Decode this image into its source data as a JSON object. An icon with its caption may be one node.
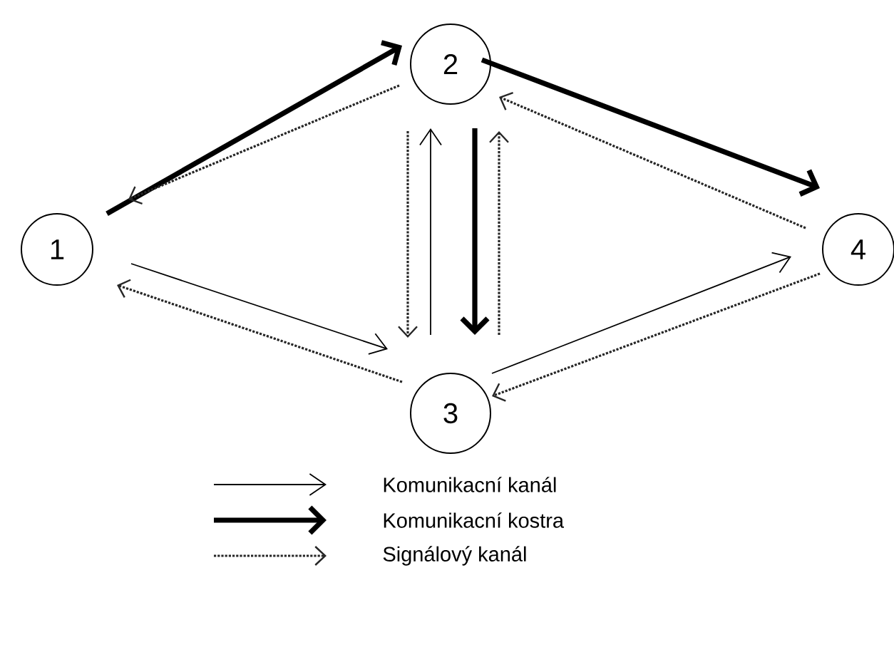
{
  "diagram": {
    "nodes": [
      {
        "text": [
          "1"
        ]
      },
      {
        "text": [
          "2"
        ]
      },
      {
        "text": [
          "3"
        ]
      },
      {
        "text": [
          "4"
        ]
      }
    ],
    "edges": [
      {
        "from": 0,
        "to": 1,
        "arrow": "to",
        "style": "thick"
      },
      {
        "from": 1,
        "to": 0,
        "arrow": "to",
        "style": "dashed"
      },
      {
        "from": 1,
        "to": 3,
        "arrow": "to",
        "style": "thick"
      },
      {
        "from": 3,
        "to": 1,
        "arrow": "to",
        "style": "dashed"
      },
      {
        "from": 0,
        "to": 2,
        "arrow": "to"
      },
      {
        "from": 2,
        "to": 0,
        "arrow": "to",
        "style": "dashed"
      },
      {
        "from": 2,
        "to": 3,
        "arrow": "to"
      },
      {
        "from": 3,
        "to": 2,
        "arrow": "to",
        "style": "dashed"
      },
      {
        "from": 1,
        "to": 2,
        "arrow": "to",
        "style": "dashed"
      },
      {
        "from": 2,
        "to": 1,
        "arrow": "to"
      },
      {
        "from": 1,
        "to": 2,
        "arrow": "to",
        "style": "thick"
      },
      {
        "from": 2,
        "to": 1,
        "arrow": "to",
        "style": "dashed"
      }
    ],
    "legend": [
      {
        "text": "Komunikacní kanál"
      },
      {
        "text": "Komunikacní kostra"
      },
      {
        "text": "Signálový kanál"
      }
    ]
  }
}
